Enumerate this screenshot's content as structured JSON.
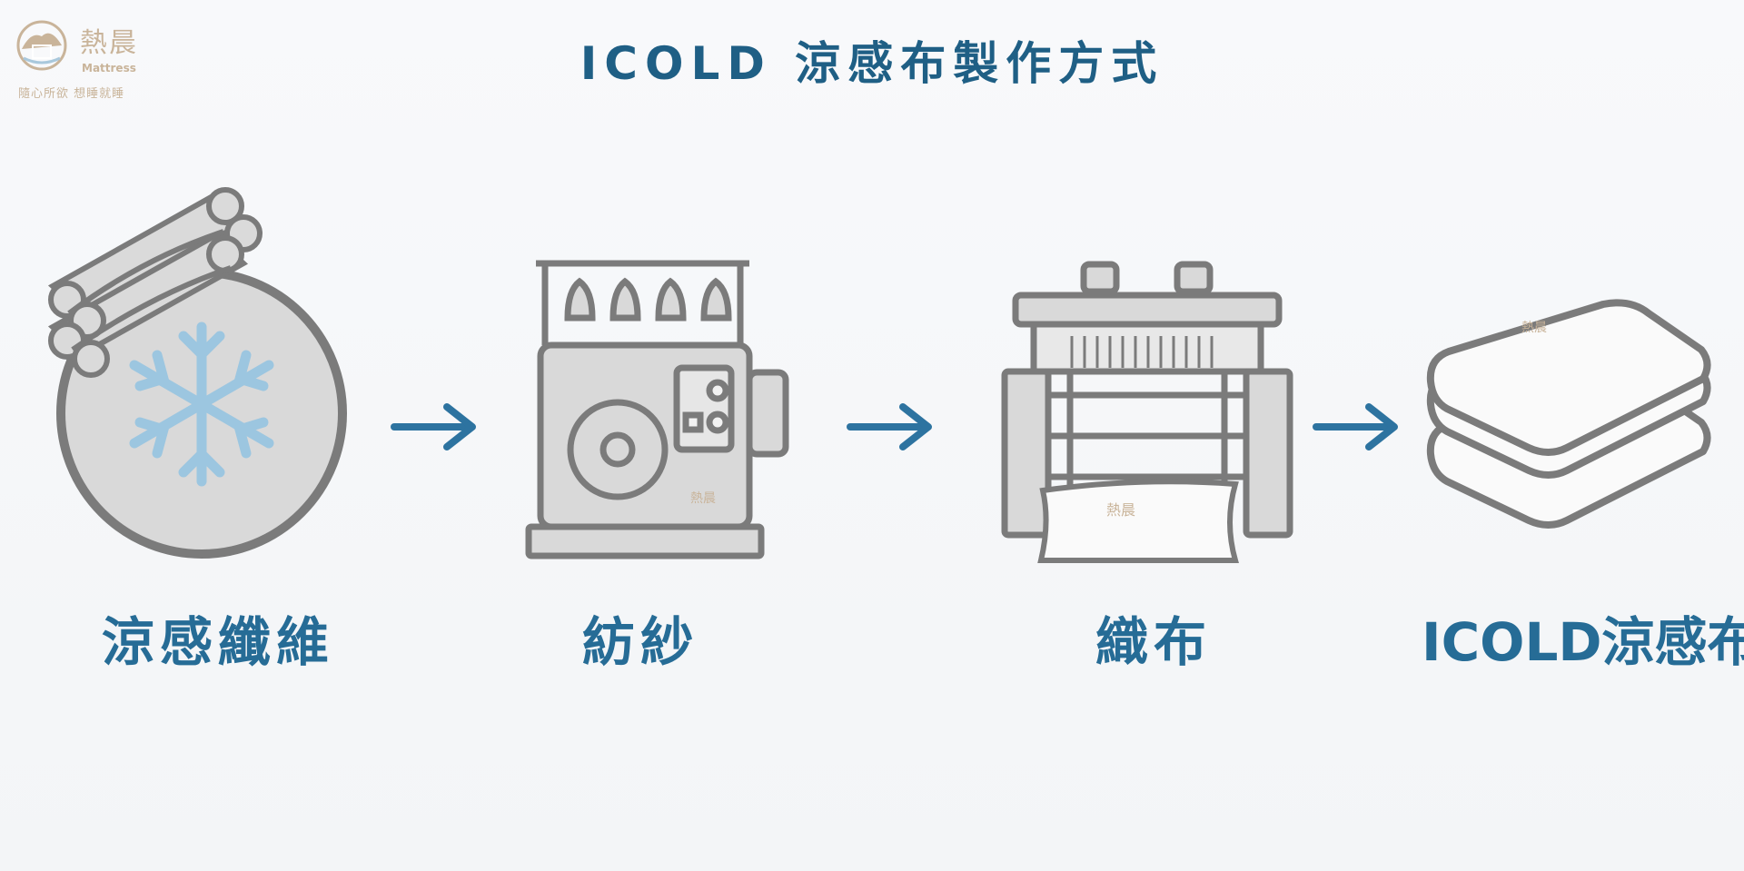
{
  "logo": {
    "chars": "熱晨",
    "en": "Mattress",
    "slogan": "隨心所欲 想睡就睡"
  },
  "title": "ICOLD 涼感布製作方式",
  "steps": [
    {
      "label": "涼感纖維",
      "icon": "cool-fiber-icon"
    },
    {
      "label": "紡紗",
      "icon": "spinning-machine-icon"
    },
    {
      "label": "織布",
      "icon": "weaving-loom-icon"
    },
    {
      "label": "ICOLD涼感布",
      "icon": "folded-fabric-icon"
    }
  ],
  "arrows": [
    "arrow-right-icon",
    "arrow-right-icon",
    "arrow-right-icon"
  ],
  "colors": {
    "title": "#1f5f85",
    "label": "#266c96",
    "arrow": "#2d73a0",
    "icon_stroke": "#7b7b7b",
    "icon_fill": "#d9d9d9",
    "snowflake": "#9cc6e0",
    "logo": "#c9b49a"
  }
}
